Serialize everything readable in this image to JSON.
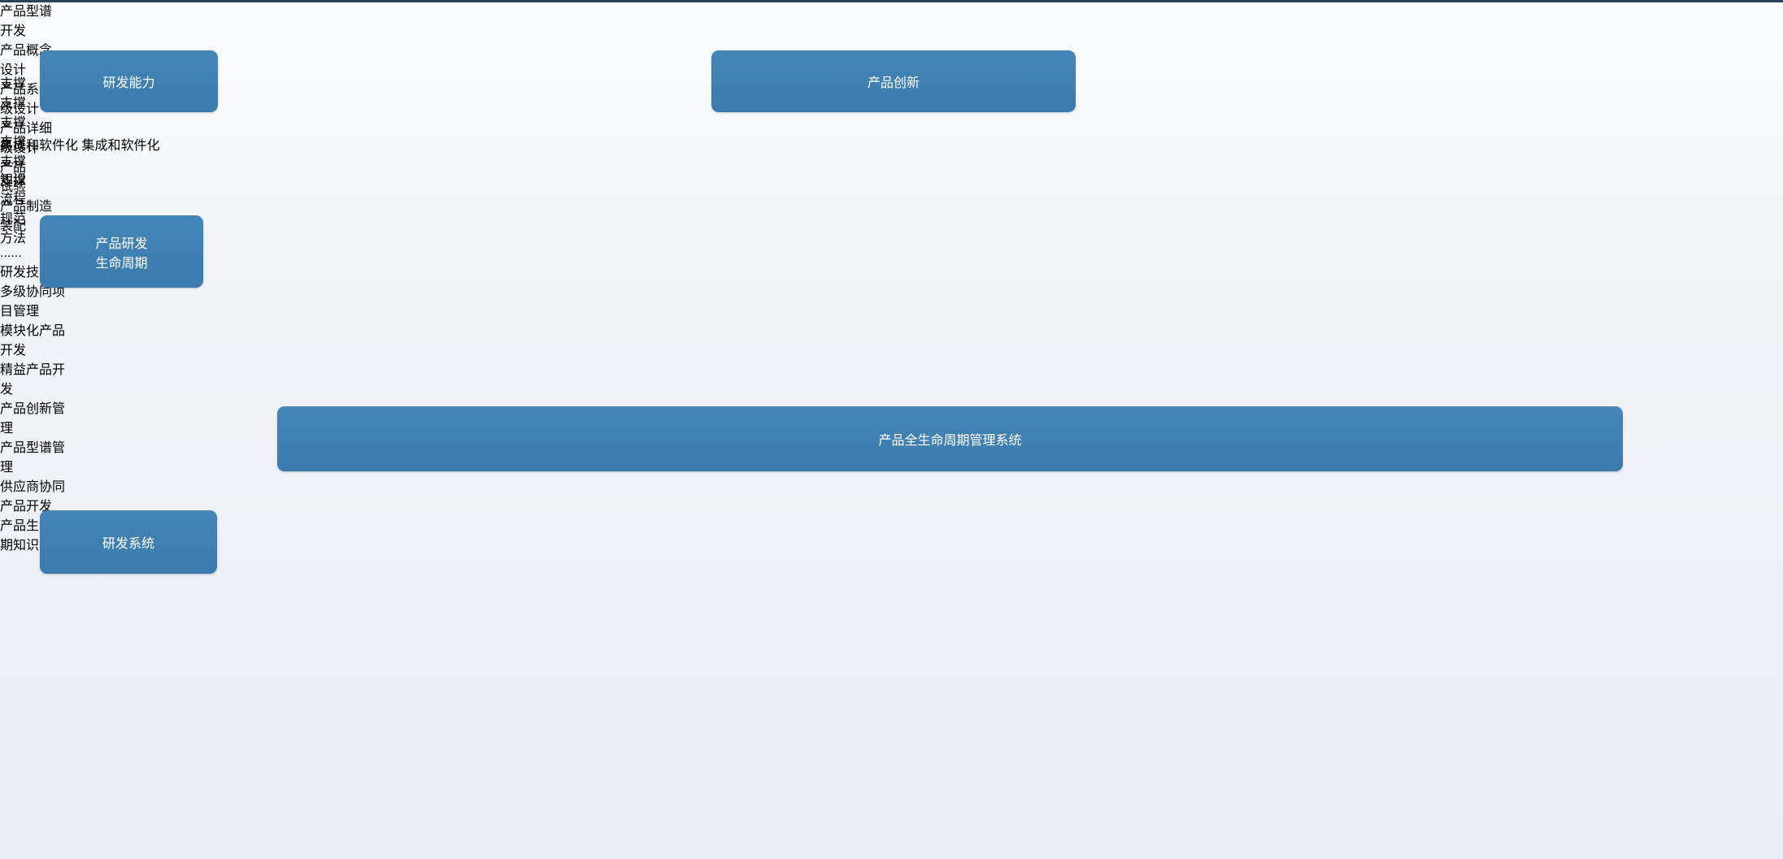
{
  "colors": {
    "box_blue": "#3e7fb2",
    "box_orange": "#eeaa10",
    "box_teal": "#4fb0bc",
    "box_mid_blue": "#568bbe",
    "line_blue": "#3c7db2",
    "label_text": "#3c3c3c"
  },
  "capability": {
    "label": "研发能力"
  },
  "innovation": {
    "label": "产品创新"
  },
  "lifecycle": {
    "label_line1": "产品研发",
    "label_line2": "生命周期",
    "stages": [
      {
        "line1": "产品型谱",
        "line2": "开发"
      },
      {
        "line1": "产品概念",
        "line2": "设计"
      },
      {
        "line1": "产品系统",
        "line2": "级设计"
      },
      {
        "line1": "产品详细",
        "line2": "级设计"
      },
      {
        "line1": "产品",
        "line2": "试验"
      },
      {
        "line1": "产品制造",
        "line2": "装配"
      }
    ]
  },
  "support": {
    "label": "支撑"
  },
  "plm": {
    "label": "产品全生命周期管理系统"
  },
  "system": {
    "label": "研发系统"
  },
  "integration": {
    "label": "集成和软件化"
  },
  "elements": [
    "......",
    "知识",
    "流程",
    "规范",
    "方法",
    "......"
  ],
  "technology": {
    "label": "研发技术",
    "items": [
      {
        "line1": "多级协同项",
        "line2": "目管理"
      },
      {
        "line1": "模块化产品",
        "line2": "开发"
      },
      {
        "line1": "精益产品开",
        "line2": "发"
      },
      {
        "line1": "产品创新管",
        "line2": "理"
      },
      {
        "line1": "产品型谱管",
        "line2": "理"
      },
      {
        "line1": "供应商协同",
        "line2": "产品开发"
      },
      {
        "line1": "产品生命周",
        "line2": "期知识管理"
      }
    ]
  }
}
